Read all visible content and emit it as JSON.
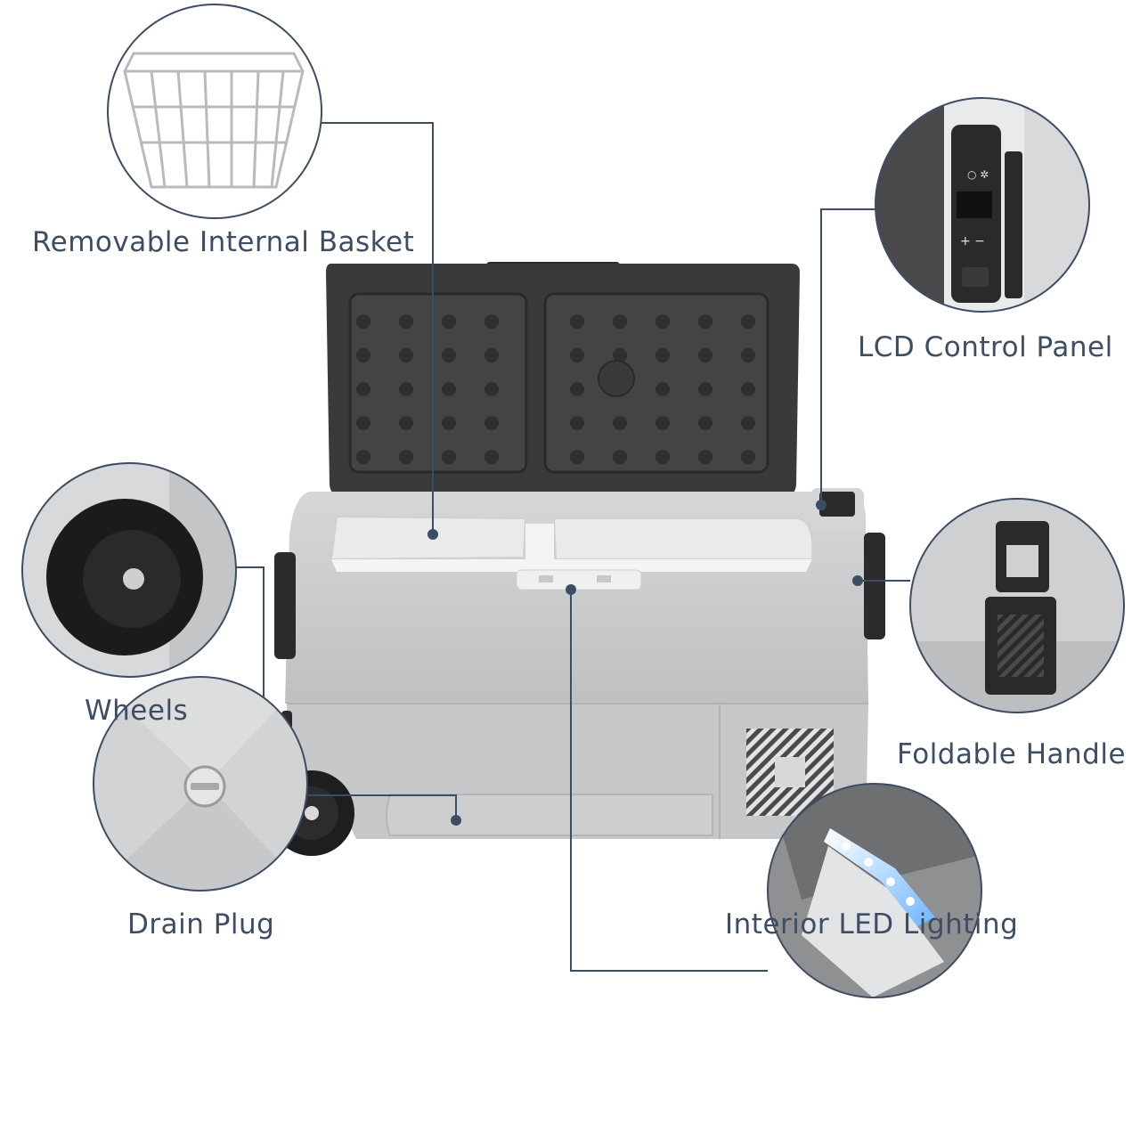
{
  "callouts": {
    "basket": "Removable Internal Basket",
    "lcd": "LCD Control Panel",
    "wheels": "Wheels",
    "handle": "Foldable Handle",
    "drain": "Drain Plug",
    "led": "Interior LED Lighting"
  },
  "colors": {
    "label": "#3d4d63",
    "leader": "#3d4d63",
    "lid": "#3a3a3c",
    "body": "#c9cacb",
    "accent_led": "#6fb6ff"
  }
}
